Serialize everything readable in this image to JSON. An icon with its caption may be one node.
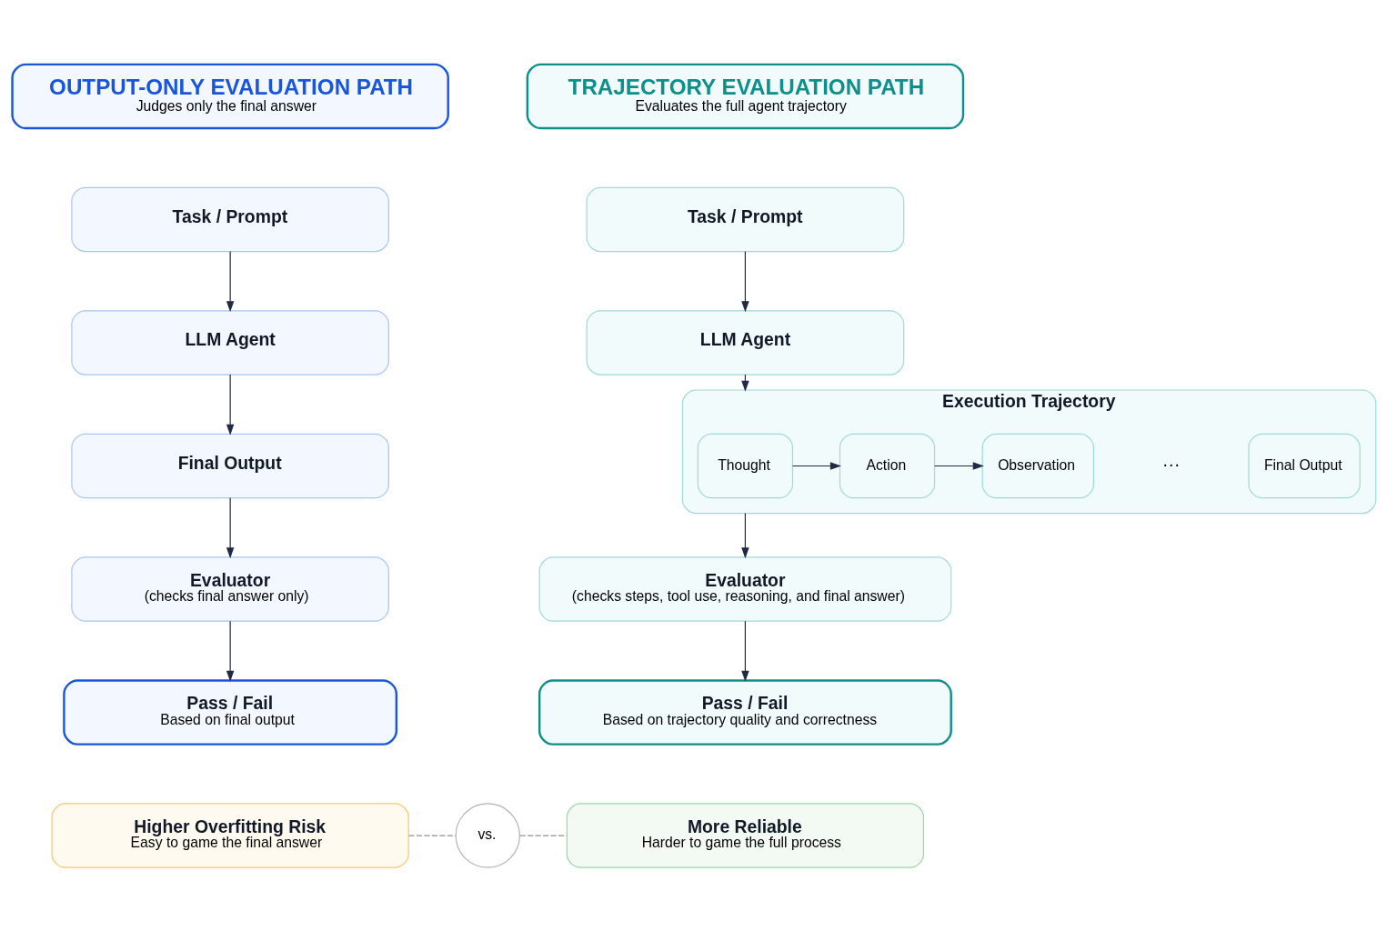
{
  "diagram": {
    "nodes": [
      {
        "text": [
          "OUTPUT-ONLY EVALUATION PATH",
          "Judges only the final answer"
        ]
      },
      {
        "text": [
          "TRAJECTORY EVALUATION PATH",
          "Evaluates the full agent trajectory"
        ]
      },
      {
        "text": [
          "Task / Prompt"
        ]
      },
      {
        "text": [
          "LLM Agent"
        ]
      },
      {
        "text": [
          "Final Output"
        ]
      },
      {
        "text": [
          "Evaluator",
          "(checks final answer only)"
        ]
      },
      {
        "text": [
          "Pass / Fail",
          "Based on final output"
        ]
      },
      {
        "text": [
          "Task / Prompt"
        ]
      },
      {
        "text": [
          "LLM Agent"
        ]
      },
      {
        "text": [
          "Execution Trajectory"
        ]
      },
      {
        "text": [
          "Thought"
        ],
        "in": 9
      },
      {
        "text": [
          "Action"
        ],
        "in": 9
      },
      {
        "text": [
          "Observation"
        ],
        "in": 9
      },
      {
        "text": [
          "Final Output"
        ],
        "in": 9
      },
      {
        "text": [
          "Evaluator",
          "(checks steps, tool use, reasoning, and final answer)"
        ]
      },
      {
        "text": [
          "Pass / Fail",
          "Based on trajectory quality and correctness"
        ]
      },
      {
        "text": [
          "Higher Overfitting Risk",
          "Easy to game the final answer"
        ]
      },
      {
        "text": [
          "vs."
        ]
      },
      {
        "text": [
          "More Reliable",
          "Harder to game the full process"
        ]
      }
    ],
    "edges": [
      {
        "from": 2,
        "to": 3,
        "arrow": "to"
      },
      {
        "from": 3,
        "to": 4,
        "arrow": "to"
      },
      {
        "from": 4,
        "to": 5,
        "arrow": "to"
      },
      {
        "from": 5,
        "to": 6,
        "arrow": "to"
      },
      {
        "from": 7,
        "to": 8,
        "arrow": "to"
      },
      {
        "from": 8,
        "to": 9,
        "arrow": "to"
      },
      {
        "from": 10,
        "to": 11,
        "arrow": "to"
      },
      {
        "from": 11,
        "to": 12,
        "arrow": "to"
      },
      {
        "from": 9,
        "to": 14,
        "arrow": "to"
      },
      {
        "from": 14,
        "to": 15,
        "arrow": "to"
      },
      {
        "from": 16,
        "to": 17,
        "arrow": "none",
        "style": "dashed",
        "color": "#8a8f98"
      },
      {
        "from": 17,
        "to": 18,
        "arrow": "none",
        "style": "dashed",
        "color": "#8a8f98"
      }
    ],
    "labels": [
      "···"
    ]
  }
}
